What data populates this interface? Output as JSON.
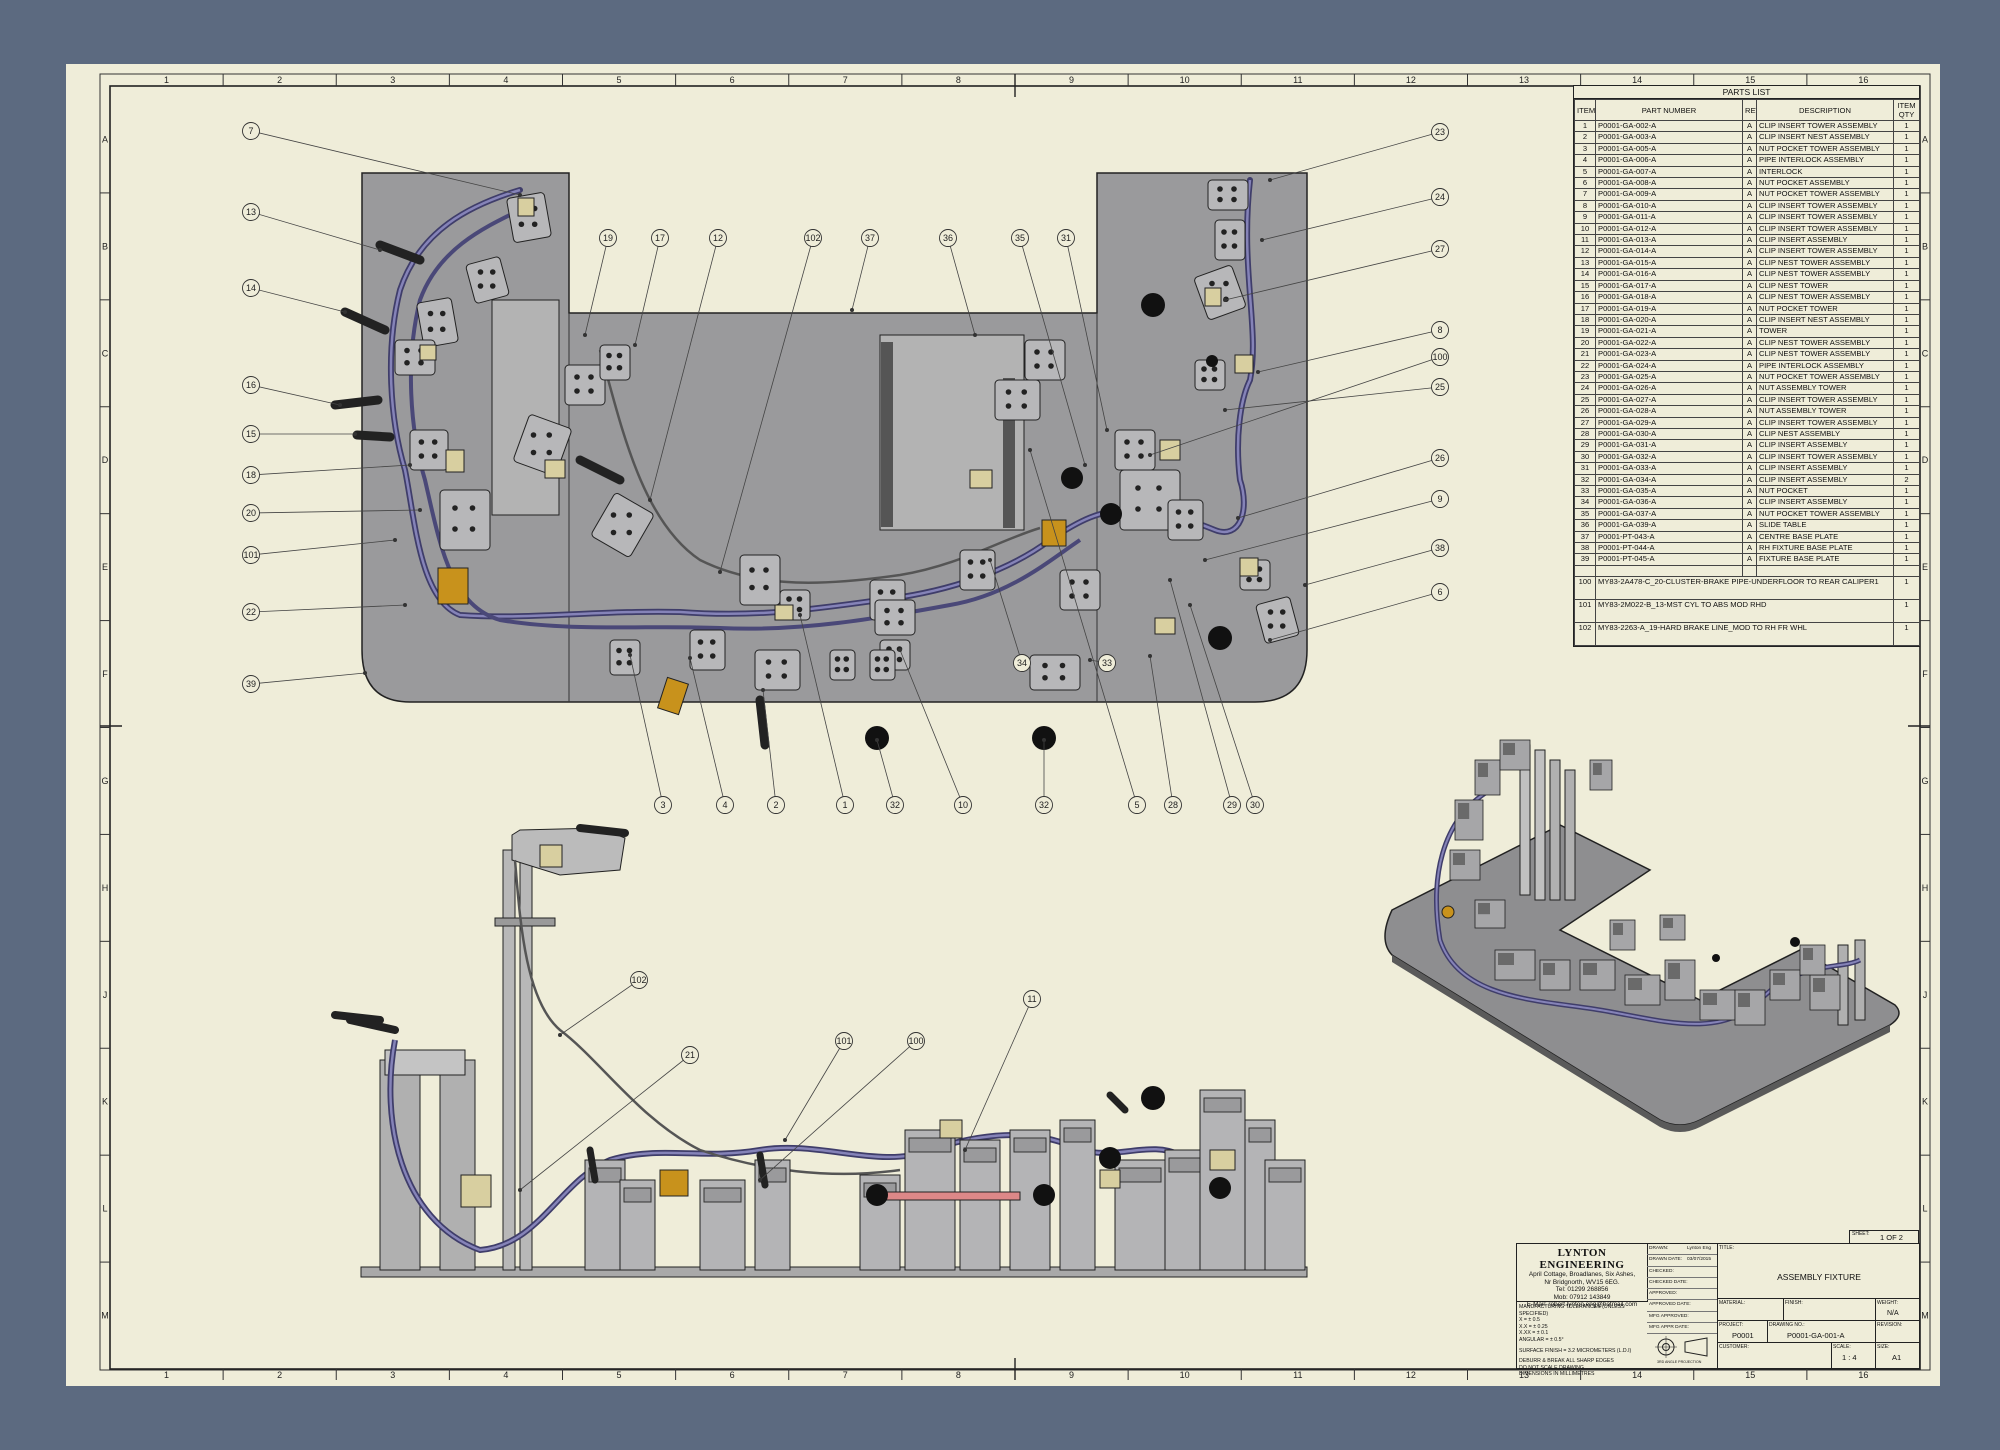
{
  "zones": {
    "columns": [
      "1",
      "2",
      "3",
      "4",
      "5",
      "6",
      "7",
      "8",
      "9",
      "10",
      "11",
      "12",
      "13",
      "14",
      "15",
      "16"
    ],
    "rows": [
      "A",
      "B",
      "C",
      "D",
      "E",
      "F",
      "G",
      "H",
      "J",
      "K",
      "L",
      "M"
    ]
  },
  "views": {
    "plan_balloons": [
      "7",
      "13",
      "14",
      "16",
      "15",
      "18",
      "20",
      "101",
      "22",
      "39",
      "19",
      "17",
      "12",
      "102",
      "37",
      "36",
      "35",
      "31",
      "23",
      "24",
      "27",
      "8",
      "100",
      "25",
      "26",
      "9",
      "38",
      "6",
      "3",
      "4",
      "2",
      "1",
      "32",
      "10",
      "32",
      "5",
      "28",
      "29",
      "30",
      "34",
      "33"
    ],
    "elevation_balloons": [
      "102",
      "21",
      "101",
      "100",
      "11"
    ]
  },
  "parts_list": {
    "title": "PARTS LIST",
    "headers": {
      "item": "ITEM",
      "part_number": "PART NUMBER",
      "rev": "REV",
      "description": "DESCRIPTION",
      "qty": "ITEM QTY"
    },
    "rows": [
      {
        "item": "1",
        "part": "P0001-GA-002-A",
        "rev": "A",
        "desc": "CLIP INSERT TOWER ASSEMBLY",
        "qty": "1"
      },
      {
        "item": "2",
        "part": "P0001-GA-003-A",
        "rev": "A",
        "desc": "CLIP INSERT NEST ASSEMBLY",
        "qty": "1"
      },
      {
        "item": "3",
        "part": "P0001-GA-005-A",
        "rev": "A",
        "desc": "NUT POCKET TOWER ASSEMBLY",
        "qty": "1"
      },
      {
        "item": "4",
        "part": "P0001-GA-006-A",
        "rev": "A",
        "desc": "PIPE INTERLOCK ASSEMBLY",
        "qty": "1"
      },
      {
        "item": "5",
        "part": "P0001-GA-007-A",
        "rev": "A",
        "desc": "INTERLOCK",
        "qty": "1"
      },
      {
        "item": "6",
        "part": "P0001-GA-008-A",
        "rev": "A",
        "desc": "NUT POCKET ASSEMBLY",
        "qty": "1"
      },
      {
        "item": "7",
        "part": "P0001-GA-009-A",
        "rev": "A",
        "desc": "NUT POCKET TOWER ASSEMBLY",
        "qty": "1"
      },
      {
        "item": "8",
        "part": "P0001-GA-010-A",
        "rev": "A",
        "desc": "CLIP INSERT TOWER ASSEMBLY",
        "qty": "1"
      },
      {
        "item": "9",
        "part": "P0001-GA-011-A",
        "rev": "A",
        "desc": "CLIP INSERT TOWER ASSEMBLY",
        "qty": "1"
      },
      {
        "item": "10",
        "part": "P0001-GA-012-A",
        "rev": "A",
        "desc": "CLIP INSERT TOWER ASSEMBLY",
        "qty": "1"
      },
      {
        "item": "11",
        "part": "P0001-GA-013-A",
        "rev": "A",
        "desc": "CLIP INSERT ASSEMBLY",
        "qty": "1"
      },
      {
        "item": "12",
        "part": "P0001-GA-014-A",
        "rev": "A",
        "desc": "CLIP INSERT TOWER ASSEMBLY",
        "qty": "1"
      },
      {
        "item": "13",
        "part": "P0001-GA-015-A",
        "rev": "A",
        "desc": "CLIP NEST TOWER ASSEMBLY",
        "qty": "1"
      },
      {
        "item": "14",
        "part": "P0001-GA-016-A",
        "rev": "A",
        "desc": "CLIP NEST TOWER ASSEMBLY",
        "qty": "1"
      },
      {
        "item": "15",
        "part": "P0001-GA-017-A",
        "rev": "A",
        "desc": "CLIP NEST TOWER",
        "qty": "1"
      },
      {
        "item": "16",
        "part": "P0001-GA-018-A",
        "rev": "A",
        "desc": "CLIP NEST TOWER ASSEMBLY",
        "qty": "1"
      },
      {
        "item": "17",
        "part": "P0001-GA-019-A",
        "rev": "A",
        "desc": "NUT POCKET TOWER",
        "qty": "1"
      },
      {
        "item": "18",
        "part": "P0001-GA-020-A",
        "rev": "A",
        "desc": "CLIP INSERT NEST ASSEMBLY",
        "qty": "1"
      },
      {
        "item": "19",
        "part": "P0001-GA-021-A",
        "rev": "A",
        "desc": "TOWER",
        "qty": "1"
      },
      {
        "item": "20",
        "part": "P0001-GA-022-A",
        "rev": "A",
        "desc": "CLIP NEST TOWER ASSEMBLY",
        "qty": "1"
      },
      {
        "item": "21",
        "part": "P0001-GA-023-A",
        "rev": "A",
        "desc": "CLIP NEST TOWER ASSEMBLY",
        "qty": "1"
      },
      {
        "item": "22",
        "part": "P0001-GA-024-A",
        "rev": "A",
        "desc": "PIPE INTERLOCK ASSEMBLY",
        "qty": "1"
      },
      {
        "item": "23",
        "part": "P0001-GA-025-A",
        "rev": "A",
        "desc": "NUT POCKET TOWER ASSEMBLY",
        "qty": "1"
      },
      {
        "item": "24",
        "part": "P0001-GA-026-A",
        "rev": "A",
        "desc": "NUT ASSEMBLY TOWER",
        "qty": "1"
      },
      {
        "item": "25",
        "part": "P0001-GA-027-A",
        "rev": "A",
        "desc": "CLIP INSERT TOWER ASSEMBLY",
        "qty": "1"
      },
      {
        "item": "26",
        "part": "P0001-GA-028-A",
        "rev": "A",
        "desc": "NUT ASSEMBLY TOWER",
        "qty": "1"
      },
      {
        "item": "27",
        "part": "P0001-GA-029-A",
        "rev": "A",
        "desc": "CLIP INSERT TOWER ASSEMBLY",
        "qty": "1"
      },
      {
        "item": "28",
        "part": "P0001-GA-030-A",
        "rev": "A",
        "desc": "CLIP NEST ASSEMBLY",
        "qty": "1"
      },
      {
        "item": "29",
        "part": "P0001-GA-031-A",
        "rev": "A",
        "desc": "CLIP INSERT ASSEMBLY",
        "qty": "1"
      },
      {
        "item": "30",
        "part": "P0001-GA-032-A",
        "rev": "A",
        "desc": "CLIP INSERT TOWER ASSEMBLY",
        "qty": "1"
      },
      {
        "item": "31",
        "part": "P0001-GA-033-A",
        "rev": "A",
        "desc": "CLIP INSERT ASSEMBLY",
        "qty": "1"
      },
      {
        "item": "32",
        "part": "P0001-GA-034-A",
        "rev": "A",
        "desc": "CLIP INSERT ASSEMBLY",
        "qty": "2"
      },
      {
        "item": "33",
        "part": "P0001-GA-035-A",
        "rev": "A",
        "desc": "NUT POCKET",
        "qty": "1"
      },
      {
        "item": "34",
        "part": "P0001-GA-036-A",
        "rev": "A",
        "desc": "CLIP INSERT ASSEMBLY",
        "qty": "1"
      },
      {
        "item": "35",
        "part": "P0001-GA-037-A",
        "rev": "A",
        "desc": "NUT POCKET TOWER ASSEMBLY",
        "qty": "1"
      },
      {
        "item": "36",
        "part": "P0001-GA-039-A",
        "rev": "A",
        "desc": "SLIDE TABLE",
        "qty": "1"
      },
      {
        "item": "37",
        "part": "P0001-PT-043-A",
        "rev": "A",
        "desc": "CENTRE BASE PLATE",
        "qty": "1"
      },
      {
        "item": "38",
        "part": "P0001-PT-044-A",
        "rev": "A",
        "desc": "RH FIXTURE BASE PLATE",
        "qty": "1"
      },
      {
        "item": "39",
        "part": "P0001-PT-045-A",
        "rev": "A",
        "desc": "FIXTURE BASE PLATE",
        "qty": "1"
      }
    ],
    "extra_rows": [
      {
        "item": "100",
        "part": "MY83-2A478-C_20-CLUSTER-BRAKE PIPE-UNDERFLOOR TO REAR CALIPER1",
        "qty": "1"
      },
      {
        "item": "101",
        "part": "MY83-2M022-B_13-MST CYL TO ABS MOD RHD",
        "qty": "1"
      },
      {
        "item": "102",
        "part": "MY83-2263-A_19-HARD BRAKE LINE_MOD TO RH FR WHL",
        "qty": "1"
      }
    ]
  },
  "title_block": {
    "company": "LYNTON ENGINEERING",
    "address": [
      "April Cottage, Broadlanes, Six Ashes,",
      "Nr Bridgnorth, WV15 6EG.",
      "Tel: 01299 268856",
      "Mob: 07912 143849",
      "E-Mail: robert.lynton.eng@hotmail.com"
    ],
    "tolerances": [
      "MANUFACTURING TOLERANCES (UNLESS SPECIFIED)",
      "X     = ± 0.5",
      "X.X   = ± 0.25",
      "X.XX  = ± 0.1",
      "ANGULAR = ± 0.5°",
      "",
      "SURFACE FINISH = 3.2 MICROMETERS (L.D.I)",
      "",
      "DEBURR & BREAK ALL SHARP EDGES",
      "DO NOT SCALE DRAWING",
      "DIMENSIONS IN MILLIMETRES"
    ],
    "approvals": [
      {
        "label": "DRAWN:",
        "value": "Lynton Eng"
      },
      {
        "label": "DRAWN DATE:",
        "value": "03/07/2015"
      },
      {
        "label": "CHECKED:",
        "value": ""
      },
      {
        "label": "CHECKED DATE:",
        "value": ""
      },
      {
        "label": "APPROVED:",
        "value": ""
      },
      {
        "label": "APPROVED DATE:",
        "value": ""
      },
      {
        "label": "MFG APPROVED:",
        "value": ""
      },
      {
        "label": "MFG APPR DATE:",
        "value": ""
      }
    ],
    "title_label": "TITLE:",
    "title": "ASSEMBLY FIXTURE",
    "material_label": "MATERIAL:",
    "finish_label": "FINISH:",
    "weight_label": "WEIGHT:",
    "weight": "N/A",
    "project_label": "PROJECT:",
    "project": "P0001",
    "drawing_no_label": "DRAWING NO.:",
    "drawing_no": "P0001-GA-001-A",
    "revision_label": "REVISION:",
    "customer_label": "CUSTOMER:",
    "scale_label": "SCALE:",
    "scale": "1 : 4",
    "size_label": "SIZE:",
    "size": "A1",
    "projection": "3RD ANGLE PROJECTION",
    "sheet_label": "SHEET:",
    "sheet": "1 OF 2"
  },
  "colors": {
    "sheet": "#efedd9",
    "background": "#5c6a80",
    "plate": "#9a9a9c",
    "pipe": "#5c5a8a",
    "accent_clamp": "#d8cfa0",
    "accent_gold": "#c8921c"
  }
}
